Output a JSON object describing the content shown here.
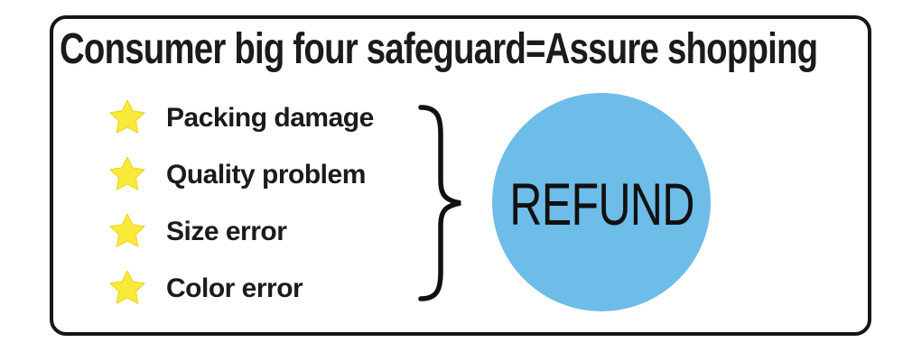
{
  "banner": {
    "title": "Consumer big four safeguard=Assure shopping"
  },
  "safeguards": {
    "items": [
      {
        "label": "Packing damage"
      },
      {
        "label": "Quality problem"
      },
      {
        "label": "Size error"
      },
      {
        "label": "Color error"
      }
    ]
  },
  "result": {
    "label": "REFUND"
  },
  "colors": {
    "star_yellow": "#f8e93b",
    "star_edge": "#e9d623",
    "circle_blue": "#6ebce8",
    "ink_black": "#1b1b1b",
    "frame_border": "#161616",
    "background": "#ffffff"
  }
}
